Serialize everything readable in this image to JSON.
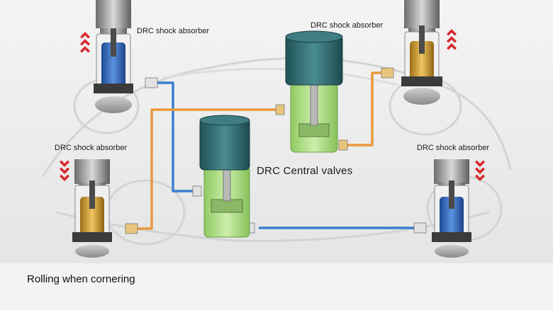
{
  "labels": {
    "top_left": "DRC shock absorber",
    "top_right": "DRC shock absorber",
    "mid_left": "DRC shock absorber",
    "mid_right": "DRC shock absorber",
    "central": "DRC Central valves"
  },
  "caption": "Rolling when cornering",
  "colors": {
    "blue_line": "#3a7fd0",
    "orange_line": "#e89a3a",
    "blue_piston": "#2f63b8",
    "gold_piston": "#c9972e",
    "valve_green": "#a8dc7a",
    "valve_cap": "#2e6b70",
    "arrow_red": "#d8292f"
  },
  "icons": {
    "up_arrows": "chevron-up-icon",
    "down_arrows": "chevron-down-icon"
  }
}
